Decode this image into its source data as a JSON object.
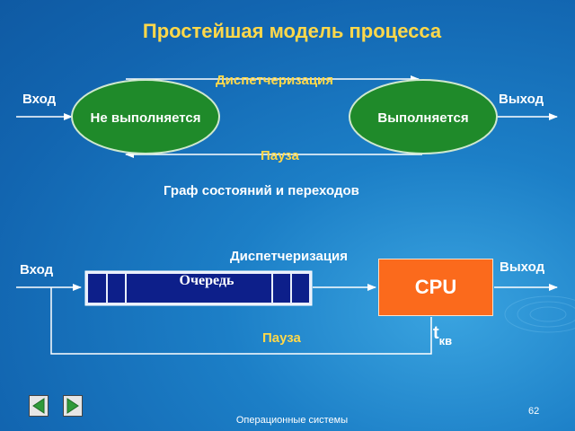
{
  "title": "Простейшая модель процесса",
  "state_graph": {
    "input_label": "Вход",
    "output_label": "Выход",
    "state_not_running": "Не выполняется",
    "state_running": "Выполняется",
    "dispatch_label": "Диспетчеризация",
    "pause_label": "Пауза",
    "caption": "Граф состояний и переходов"
  },
  "queue_model": {
    "input_label": "Вход",
    "output_label": "Выход",
    "queue_label": "Очередь",
    "cpu_label": "CPU",
    "dispatch_label": "Диспетчеризация",
    "pause_label": "Пауза",
    "quantum_main": "t",
    "quantum_sub": "кв"
  },
  "footer": "Операционные системы",
  "page_number": "62",
  "nav": {
    "prev_icon": "triangle-left-icon",
    "next_icon": "triangle-right-icon"
  },
  "colors": {
    "background": "#1c7fc7",
    "title": "#ffd84a",
    "state_fill": "#1f8a2a",
    "cpu_fill": "#fb6a1c",
    "queue_fill": "#0d1f8a"
  }
}
